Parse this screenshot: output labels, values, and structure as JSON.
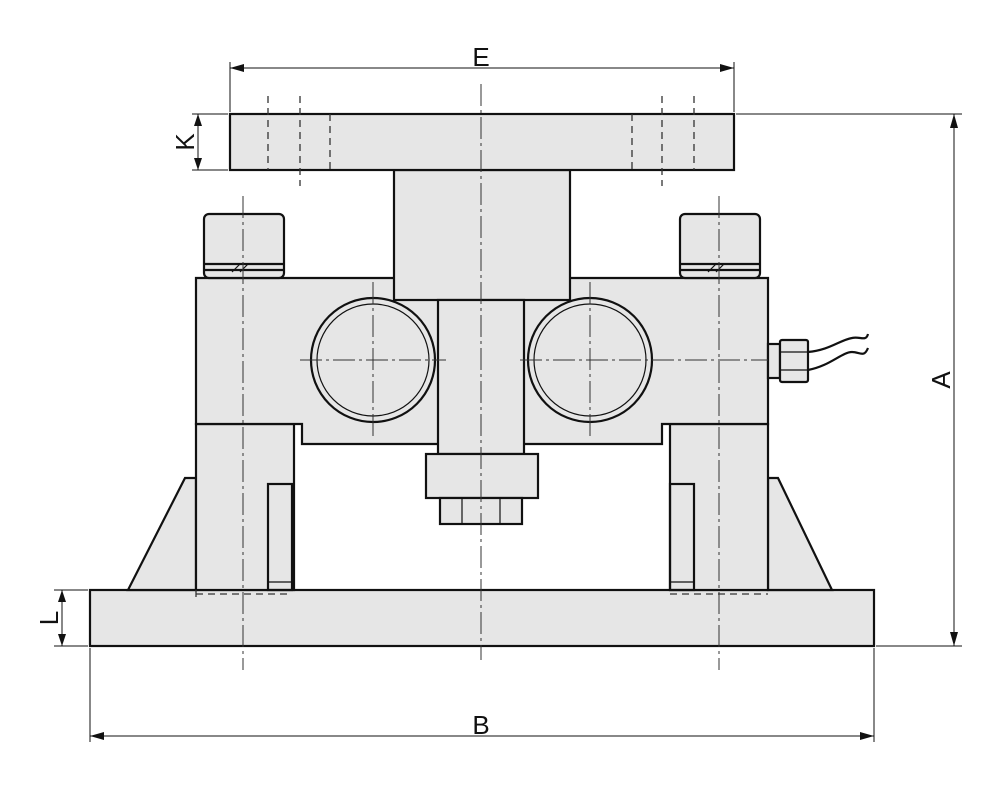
{
  "dimensions": {
    "E": "E",
    "K": "K",
    "A": "A",
    "L": "L",
    "B": "B"
  }
}
